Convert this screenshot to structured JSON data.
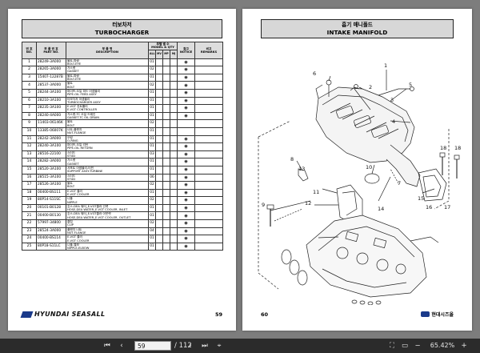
{
  "left_page": {
    "title_kr": "터보차저",
    "title_en": "TURBOCHARGER",
    "headers": {
      "no_kr": "번 호",
      "no_en": "NO.",
      "part_kr": "부 품 번 호",
      "part_en": "PART NO.",
      "desc_kr": "부 품 명",
      "desc_en": "DESCRIPTION",
      "model_kr": "모델 별 수",
      "model_en": "MODEL & QTY",
      "qty_cols": [
        "ALL",
        "MV",
        "MP",
        "MJ"
      ],
      "notice_kr": "참고",
      "notice_en": "NOTICE",
      "remarks_kr": "비고",
      "remarks_en": "REMARKS"
    },
    "rows": [
      {
        "no": "1",
        "part": "28249-3A000",
        "d1": "볼트-파랑",
        "d2": "BOLT-EYE",
        "qty": "01",
        "notice": "◉"
      },
      {
        "no": "2",
        "part": "28265-3A000",
        "d1": "가스켓",
        "d2": "GASKET",
        "qty": "02",
        "notice": "◉"
      },
      {
        "no": "3",
        "part": "15407-12287B",
        "d1": "볼트-파랑",
        "d2": "BOLT-EYE",
        "qty": "01",
        "notice": "◉"
      },
      {
        "no": "4",
        "part": "28537-3A000",
        "d1": "볼트",
        "d2": "BOLT",
        "qty": "02",
        "notice": "◉"
      },
      {
        "no": "5",
        "part": "28244-3A100",
        "d1": "파이프-오일 피드 어셈블리",
        "d2": "PIPE-OIL FEED ASSY",
        "qty": "01",
        "notice": "◉"
      },
      {
        "no": "6",
        "part": "28210-3A100",
        "d1": "터보차저 어셈블리",
        "d2": "TURBOCHARGER ASSY",
        "qty": "01",
        "notice": "◉"
      },
      {
        "no": "7",
        "part": "28235-3A100",
        "d1": "E-VGT 컨트롤러",
        "d2": "E-VGT CONTROLLER",
        "qty": "01",
        "notice": "◉"
      },
      {
        "no": "8",
        "part": "28240-4A000",
        "d1": "가스켓-TC 오일 드레인",
        "d2": "GASKET-TC OIL DRAIN",
        "qty": "01",
        "notice": "◉"
      },
      {
        "no": "9",
        "part": "11403-06146K",
        "d1": "볼트",
        "d2": "BOLT",
        "qty": "02",
        "notice": ""
      },
      {
        "no": "10",
        "part": "13385-06007K",
        "d1": "너트-플랜지",
        "d2": "NUT-FLANGE",
        "qty": "01",
        "notice": ""
      },
      {
        "no": "11",
        "part": "28242-3A000",
        "d1": "오링",
        "d2": "O-RING",
        "qty": "01",
        "notice": "◉"
      },
      {
        "no": "12",
        "part": "28240-3A100",
        "d1": "파이프-오일 리턴",
        "d2": "PIPE-OIL RETURN",
        "qty": "01",
        "notice": "◉"
      },
      {
        "no": "13",
        "part": "28516-22100",
        "d1": "스터드",
        "d2": "STUD",
        "qty": "03",
        "notice": "◉"
      },
      {
        "no": "14",
        "part": "28282-3A000",
        "d1": "가스켓",
        "d2": "GASKET",
        "qty": "01",
        "notice": "◉"
      },
      {
        "no": "15",
        "part": "28520-3A100",
        "d1": "서포트 어셈블리-터빈",
        "d2": "SUPPORT ASSY-TURBINE",
        "qty": "01",
        "notice": "◉"
      },
      {
        "no": "16",
        "part": "28515-3A100",
        "d1": "스터드",
        "d2": "STUD",
        "qty": "06",
        "notice": "◉"
      },
      {
        "no": "17",
        "part": "28526-3A100",
        "d1": "볼트",
        "d2": "BOLT",
        "qty": "02",
        "notice": "◉"
      },
      {
        "no": "18",
        "part": "00400-BS111",
        "d1": "E-VGT 쿨러",
        "d2": "E-VGT COOLER",
        "qty": "01",
        "notice": "◉"
      },
      {
        "no": "19",
        "part": "80P14-S11SC",
        "d1": "니플",
        "d2": "NIPPLE",
        "qty": "02",
        "notice": "◉"
      },
      {
        "no": "20",
        "part": "00101-B0128",
        "d1": "호스-DEA 워터_E-VGT쿨러 인렛",
        "d2": "HOSE,DEA WATER_E-VGT COOLER, INLET",
        "qty": "01",
        "notice": "◉"
      },
      {
        "no": "21",
        "part": "00400-B0130",
        "d1": "호스-DEA 워터_E-VGT쿨러 아웃렛",
        "d2": "HOSE,DEA WATER_E-VGT COOLER, OUTLET",
        "qty": "01",
        "notice": "◉"
      },
      {
        "no": "22",
        "part": "57997-34800",
        "d1": "클립",
        "d2": "CLIP",
        "qty": "02",
        "notice": "◉"
      },
      {
        "no": "23",
        "part": "28524-3A000",
        "d1": "플랜지 너트",
        "d2": "NUT-FLANGE",
        "qty": "04",
        "notice": "◉"
      },
      {
        "no": "24",
        "part": "00400-BS114",
        "d1": "E-VGT 쿨러",
        "d2": "E-VGT COOLER",
        "qty": "01",
        "notice": "◉"
      },
      {
        "no": "25",
        "part": "80P18-S11LC",
        "d1": "니플-엘보",
        "d2": "NIPPLE-ELBOW",
        "qty": "01",
        "notice": "◉"
      }
    ],
    "page_number": "59",
    "brand": "HYUNDAI SEASALL"
  },
  "right_page": {
    "title_kr": "흡기 매니폴드",
    "title_en": "INTAKE MANIFOLD",
    "callouts": [
      "1",
      "2",
      "3",
      "4",
      "5",
      "6",
      "7",
      "8",
      "9",
      "10",
      "11",
      "12",
      "13",
      "14",
      "15",
      "16",
      "17",
      "18",
      "18"
    ],
    "page_number": "60",
    "brand": "현대시즈올"
  },
  "toolbar": {
    "current_page": "59",
    "total_pages": "/ 112",
    "zoom": "65.42%",
    "icons": [
      "prev-icon",
      "first-icon",
      "last-icon",
      "next-icon",
      "cursor-icon",
      "hand-icon",
      "zoom-out-icon",
      "zoom-in-icon",
      "fit-icon",
      "fullscreen-icon"
    ]
  }
}
